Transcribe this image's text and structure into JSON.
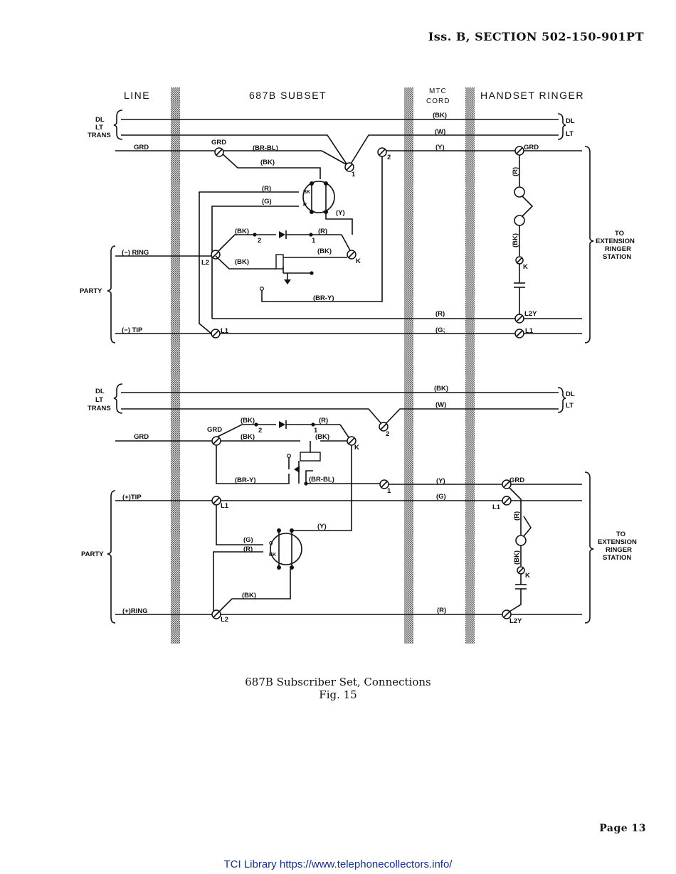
{
  "header": {
    "section": "Iss. B, SECTION 502-150-901PT"
  },
  "columns": {
    "line": "LINE",
    "subset": "687B SUBSET",
    "mtc_cord_1": "MTC",
    "mtc_cord_2": "CORD",
    "handset_ringer": "HANDSET RINGER"
  },
  "top": {
    "dl_lt_trans": [
      "DL",
      "LT",
      "TRANS"
    ],
    "dl": "DL",
    "lt": "LT",
    "grd": "GRD",
    "grd_term": "GRD",
    "grd_ringer": "GRD",
    "bk": "(BK)",
    "w": "(W)",
    "y": "(Y)",
    "br_bl": "(BR-BL)",
    "bk2": "(BK)",
    "r": "(R)",
    "g": "(G)",
    "y2": "(Y)",
    "bk3": "(BK)",
    "num2": "2",
    "num1": "1",
    "r2": "(R)",
    "bk4": "(BK)",
    "bk5": "(BK)",
    "k": "K",
    "l2": "L2",
    "ring": "(−) RING",
    "party": "PARTY",
    "br_y": "(BR-Y)",
    "r3": "(R)",
    "l2y": "L2Y",
    "tip": "(−) TIP",
    "l1": "L1",
    "g2": "(G;",
    "l1r": "L1",
    "term1": "1",
    "term2": "2",
    "ringer_r": "(R)",
    "ringer_bk": "(BK)",
    "ringer_k": "K",
    "to_ext": [
      "TO",
      "EXTENSION",
      "RINGER",
      "STATION"
    ]
  },
  "bottom": {
    "dl_lt_trans": [
      "DL",
      "LT",
      "TRANS"
    ],
    "dl": "DL",
    "lt": "LT",
    "bk": "(BK)",
    "w": "(W)",
    "grd": "GRD",
    "grd_term": "GRD",
    "bk2": "(BK)",
    "num2": "2",
    "num1": "1",
    "r": "(R)",
    "bk3": "(BK)",
    "bk4": "(BK)",
    "k": "K",
    "term2": "2",
    "br_y": "(BR-Y)",
    "br_bl": "(BR-BL)",
    "term1": "1",
    "y": "(Y)",
    "grd_ringer": "GRD",
    "tip": "(+)TIP",
    "l1": "L1",
    "g": "(G)",
    "l1r": "L1",
    "y2": "(Y)",
    "party": "PARTY",
    "g2": "(G)",
    "r2": "(R)",
    "bk5": "(BK)",
    "ring": "(+)RING",
    "l2": "L2",
    "r3": "(R)",
    "l2y": "L2Y",
    "ringer_r": "(R)",
    "ringer_bk": "(BK)",
    "ringer_k": "K",
    "to_ext": [
      "TO",
      "EXTENSION",
      "RINGER",
      "STATION"
    ]
  },
  "caption": {
    "title": "687B Subscriber Set, Connections",
    "fig": "Fig. 15"
  },
  "page": "Page 13",
  "footer": "TCI Library https://www.telephonecollectors.info/"
}
